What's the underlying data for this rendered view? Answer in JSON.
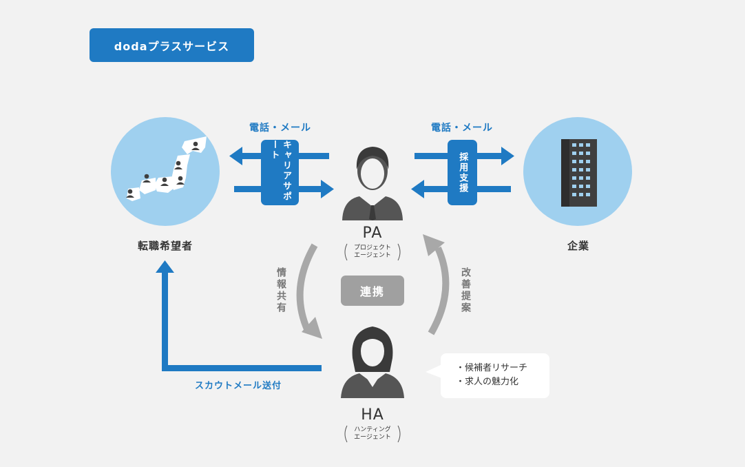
{
  "title": "dodaプラスサービス",
  "left_node": {
    "label": "転職希望者"
  },
  "right_node": {
    "label": "企業"
  },
  "left_link": {
    "label": "電話・メール",
    "box": "キャリアサポート"
  },
  "right_link": {
    "label": "電話・メール",
    "box": "採用支援"
  },
  "pa": {
    "role": "PA",
    "line1": "プロジェクト",
    "line2": "エージェント"
  },
  "ha": {
    "role": "HA",
    "line1": "ハンティング",
    "line2": "エージェント"
  },
  "center": {
    "link": "連携",
    "left_arrow": "情報共有",
    "right_arrow": "改善提案"
  },
  "scout": {
    "label": "スカウトメール送付"
  },
  "bubble": {
    "item1": "・候補者リサーチ",
    "item2": "・求人の魅力化"
  },
  "colors": {
    "blue": "#1f7ac3",
    "light_blue": "#9fd0ef",
    "grey": "#a8a8a8",
    "dark": "#555555"
  }
}
